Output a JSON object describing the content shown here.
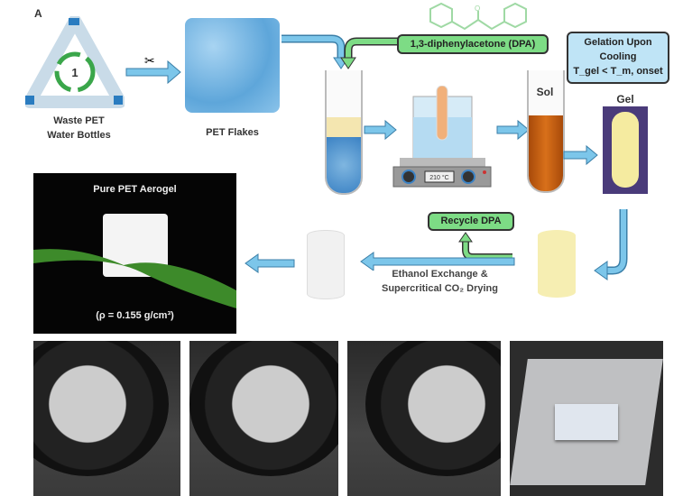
{
  "panel_label": "A",
  "waste": {
    "line1": "Waste PET",
    "line2": "Water Bottles",
    "recycle_number": "1"
  },
  "flakes_label": "PET Flakes",
  "dpa_label": "1,3-diphenylacetone (DPA)",
  "hotplate_display": "210 °C",
  "sol_label": "Sol",
  "gel_label": "Gel",
  "gelation": {
    "line1": "Gelation Upon",
    "line2": "Cooling",
    "line3": "T_gel < T_m, onset"
  },
  "recycle_label": "Recycle DPA",
  "exchange": {
    "line1": "Ethanol Exchange &",
    "line2": "Supercritical CO₂ Drying"
  },
  "aerogel": {
    "title": "Pure PET Aerogel",
    "density": "(ρ = 0.155 g/cm³)"
  },
  "colors": {
    "arrow_blue": "#7cc6ea",
    "recycle_green": "#7ddc85",
    "gel_box": "#bfe4f6"
  }
}
